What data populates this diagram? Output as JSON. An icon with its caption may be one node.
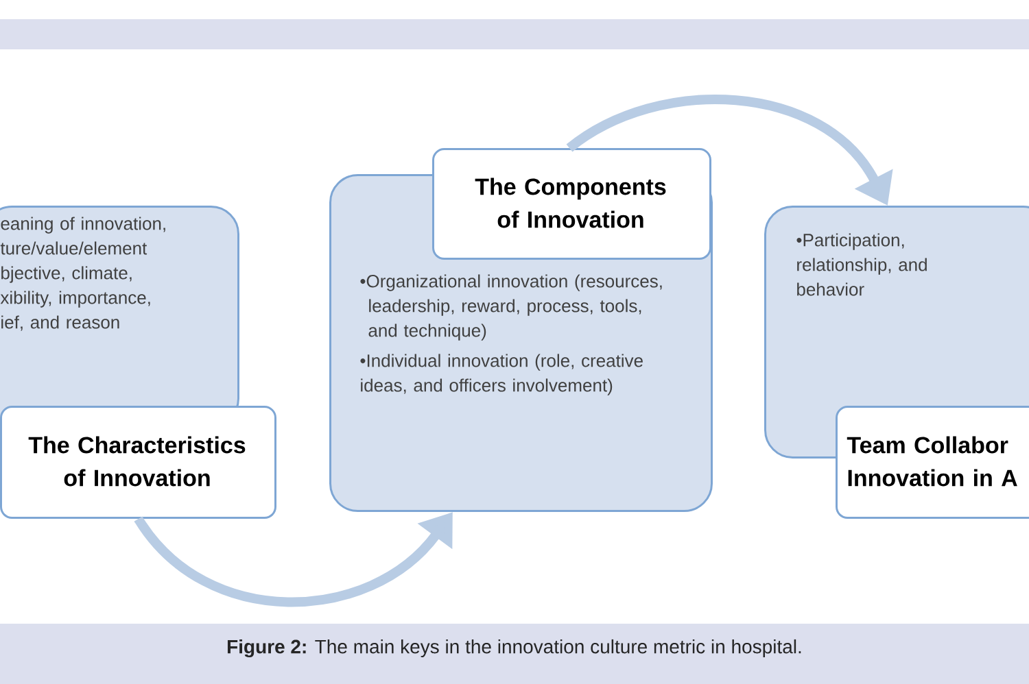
{
  "diagram": {
    "caption": "**Figure 2:** The main keys in the innovation culture metric in hospital.",
    "nodes": [
      {
        "text": [
          "eaning of innovation, ture/value/element bjective, climate, xibility, importance, ief, and reason"
        ]
      },
      {
        "text": [
          "The Characteristics of Innovation"
        ]
      },
      {
        "text": [
          "•Organizational innovation (resources, leadership, reward, process, tools, and technique)",
          "•Individual innovation (role, creative ideas, and officers involvement)"
        ]
      },
      {
        "text": [
          "The Components of Innovation"
        ]
      },
      {
        "text": [
          "•Participation, relationship, and behavior"
        ]
      },
      {
        "text": [
          "Team Collabor Innovation in A"
        ]
      }
    ],
    "edges": [
      {
        "from": 1,
        "to": 2,
        "arrow": "to"
      },
      {
        "from": 3,
        "to": 4,
        "arrow": "to"
      }
    ]
  }
}
